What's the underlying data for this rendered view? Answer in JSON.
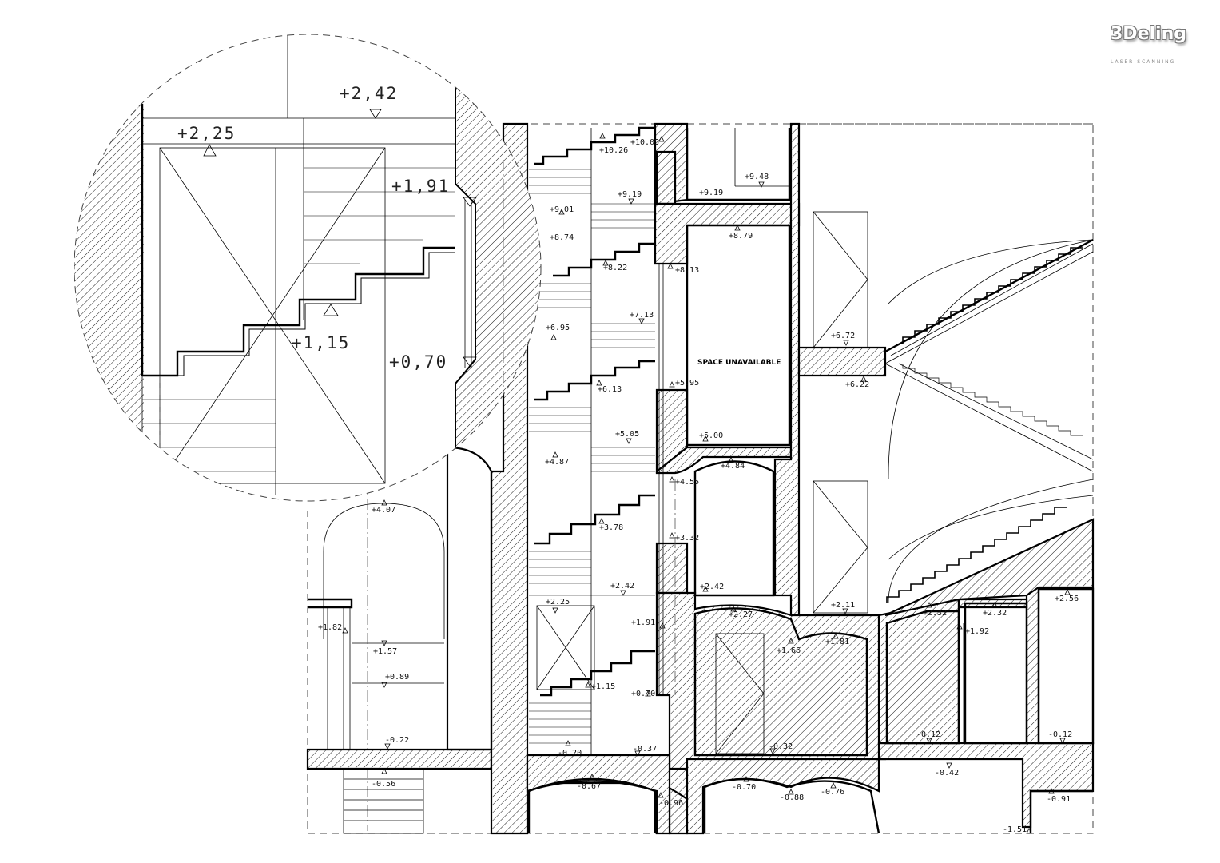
{
  "brand": {
    "logo_text": "3Deling",
    "tagline": "LASER SCANNING"
  },
  "notes": {
    "space_unavailable": "SPACE UNAVAILABLE"
  },
  "detail_levels": [
    "+2,42",
    "+2,25",
    "+1,91",
    "+1,15",
    "+0,70"
  ],
  "levels": [
    "+10.26",
    "+10.05",
    "+9.48",
    "+9.19",
    "+9.19",
    "+9.01",
    "+8.74",
    "+8.79",
    "+8.22",
    "+8.13",
    "+7.13",
    "+6.95",
    "+6.72",
    "+6.22",
    "+6.13",
    "+5.95",
    "+5.05",
    "+5.00",
    "+4.87",
    "+4.84",
    "+4.55",
    "+4.07",
    "+3.78",
    "+3.32",
    "+2.42",
    "+2.42",
    "+2.25",
    "+2.27",
    "+2.11",
    "+2.32",
    "+2.32",
    "+2.56",
    "+1.82",
    "+1.91",
    "+1.92",
    "+1.57",
    "+1.66",
    "+1.81",
    "+1.15",
    "+0.89",
    "+0.70",
    "-0.12",
    "-0.12",
    "-0.22",
    "-0.20",
    "-0.37",
    "-0.32",
    "-0.42",
    "-0.56",
    "-0.67",
    "-0.96",
    "-0.70",
    "-0.88",
    "-0.76",
    "-0.91",
    "-1.51"
  ],
  "colors": {
    "line": "#000000",
    "hatch": "#000000",
    "background": "#ffffff",
    "logo_shadow": "#777777"
  }
}
